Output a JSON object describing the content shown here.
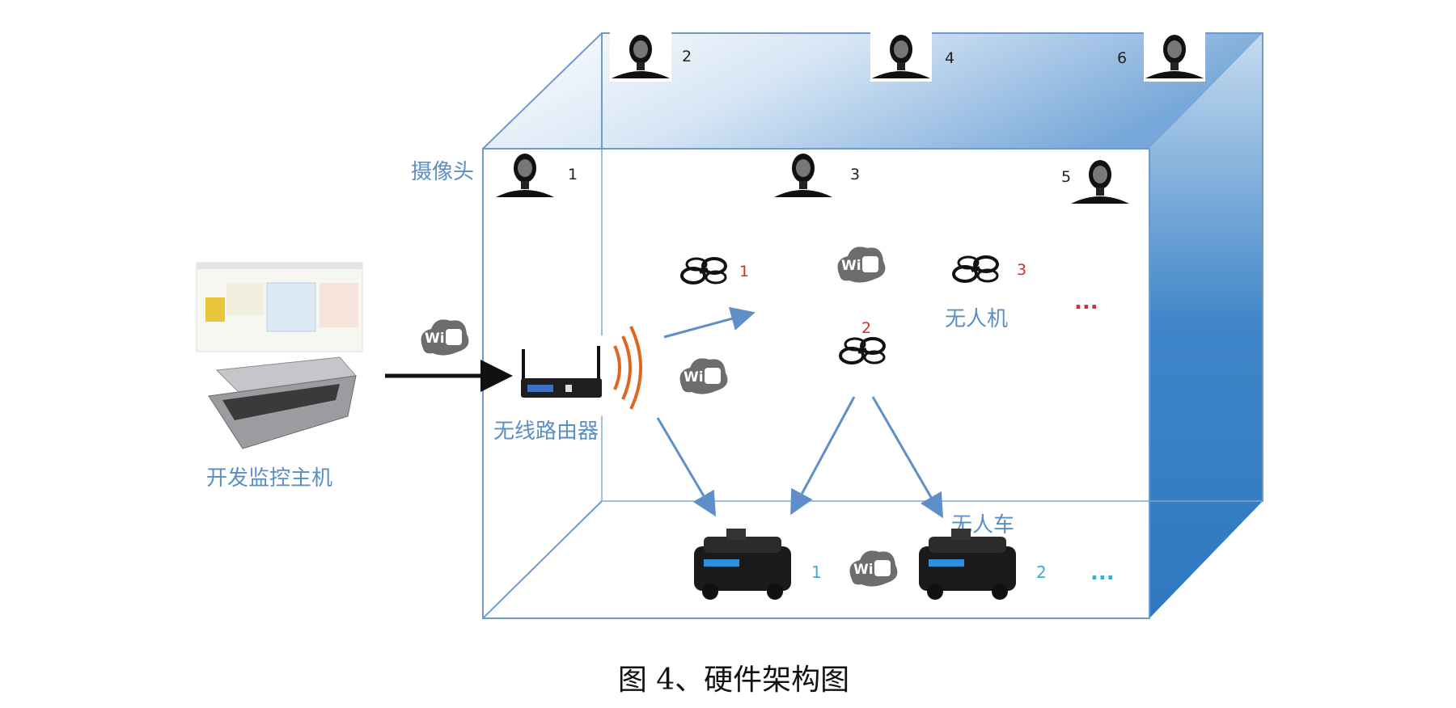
{
  "labels": {
    "camera": "摄像头",
    "router": "无线路由器",
    "host": "开发监控主机",
    "drone": "无人机",
    "vehicle": "无人车",
    "wifi": "WiFi"
  },
  "cameras": [
    "1",
    "2",
    "3",
    "4",
    "5",
    "6"
  ],
  "drones": [
    "1",
    "2",
    "3"
  ],
  "vehicles": [
    "1",
    "2"
  ],
  "ellipsis": "...",
  "caption": "图 4、硬件架构图",
  "colors": {
    "edge": "#6f9bcc",
    "label": "#5b8fc4",
    "arrow": "#5f8fc8",
    "signal": "#e0651e",
    "drone_num": "#d03030",
    "vehicle_num": "#3aaed0"
  }
}
